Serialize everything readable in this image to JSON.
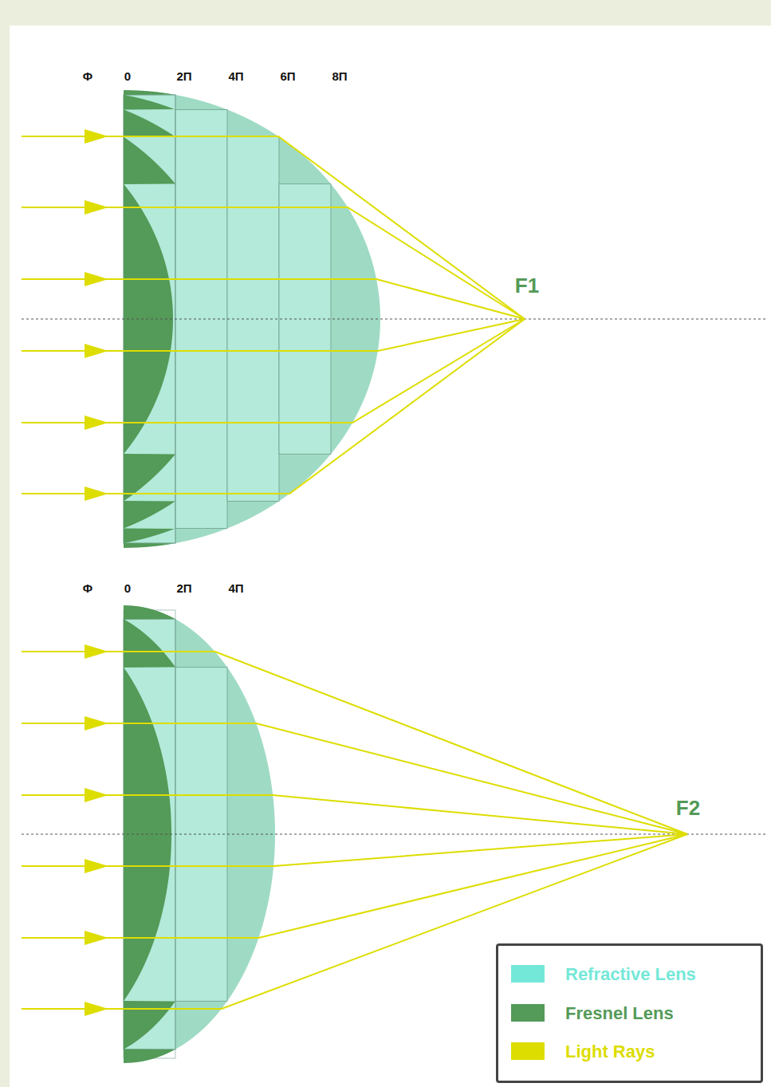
{
  "diagram": {
    "labels": [
      "Φ",
      "0",
      "2Π",
      "4Π",
      "6Π",
      "8Π",
      "F1",
      "Φ",
      "0",
      "2Π",
      "4Π",
      "F2"
    ],
    "legend": [
      {
        "text": "Refractive Lens",
        "color": "#74e8d8"
      },
      {
        "text": "Fresnel Lens",
        "color": "#549a58"
      },
      {
        "text": "Light Rays",
        "color": "#dddd00"
      }
    ]
  }
}
